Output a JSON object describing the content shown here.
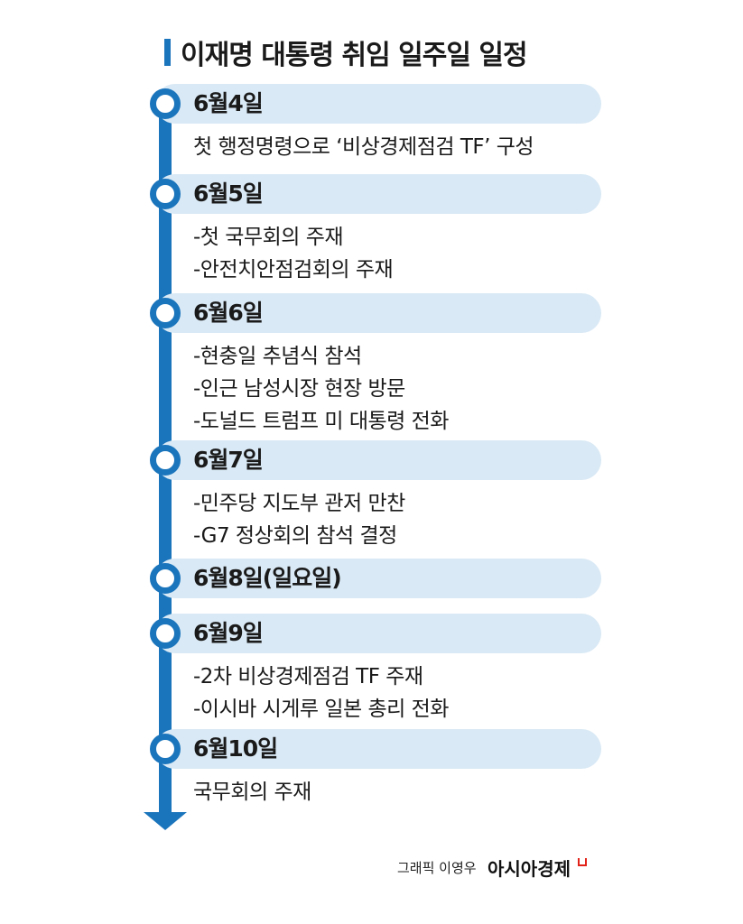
{
  "title": "이재명 대통령 취임 일주일 일정",
  "events": [
    {
      "date": "6월4일",
      "items": [
        "첫 행정명령으로 ‘비상경제점검 TF’ 구성"
      ]
    },
    {
      "date": "6월5일",
      "items": [
        "-첫 국무회의 주재",
        "-안전치안점검회의 주재"
      ]
    },
    {
      "date": "6월6일",
      "items": [
        "-현충일 추념식 참석",
        "-인근 남성시장 현장 방문",
        "-도널드 트럼프 미 대통령 전화"
      ]
    },
    {
      "date": "6월7일",
      "items": [
        "-민주당 지도부 관저 만찬",
        "-G7 정상회의 참석 결정"
      ]
    },
    {
      "date": "6월8일(일요일)",
      "items": []
    },
    {
      "date": "6월9일",
      "items": [
        "-2차 비상경제점검 TF 주재",
        "-이시바 시게루 일본 총리 전화"
      ]
    },
    {
      "date": "6월10일",
      "items": [
        "국무회의 주재"
      ]
    }
  ],
  "credit": "그래픽 이영우",
  "brand": "아시아경제",
  "colors": {
    "accent": "#1b75bc",
    "pill": "#d9e9f5"
  }
}
